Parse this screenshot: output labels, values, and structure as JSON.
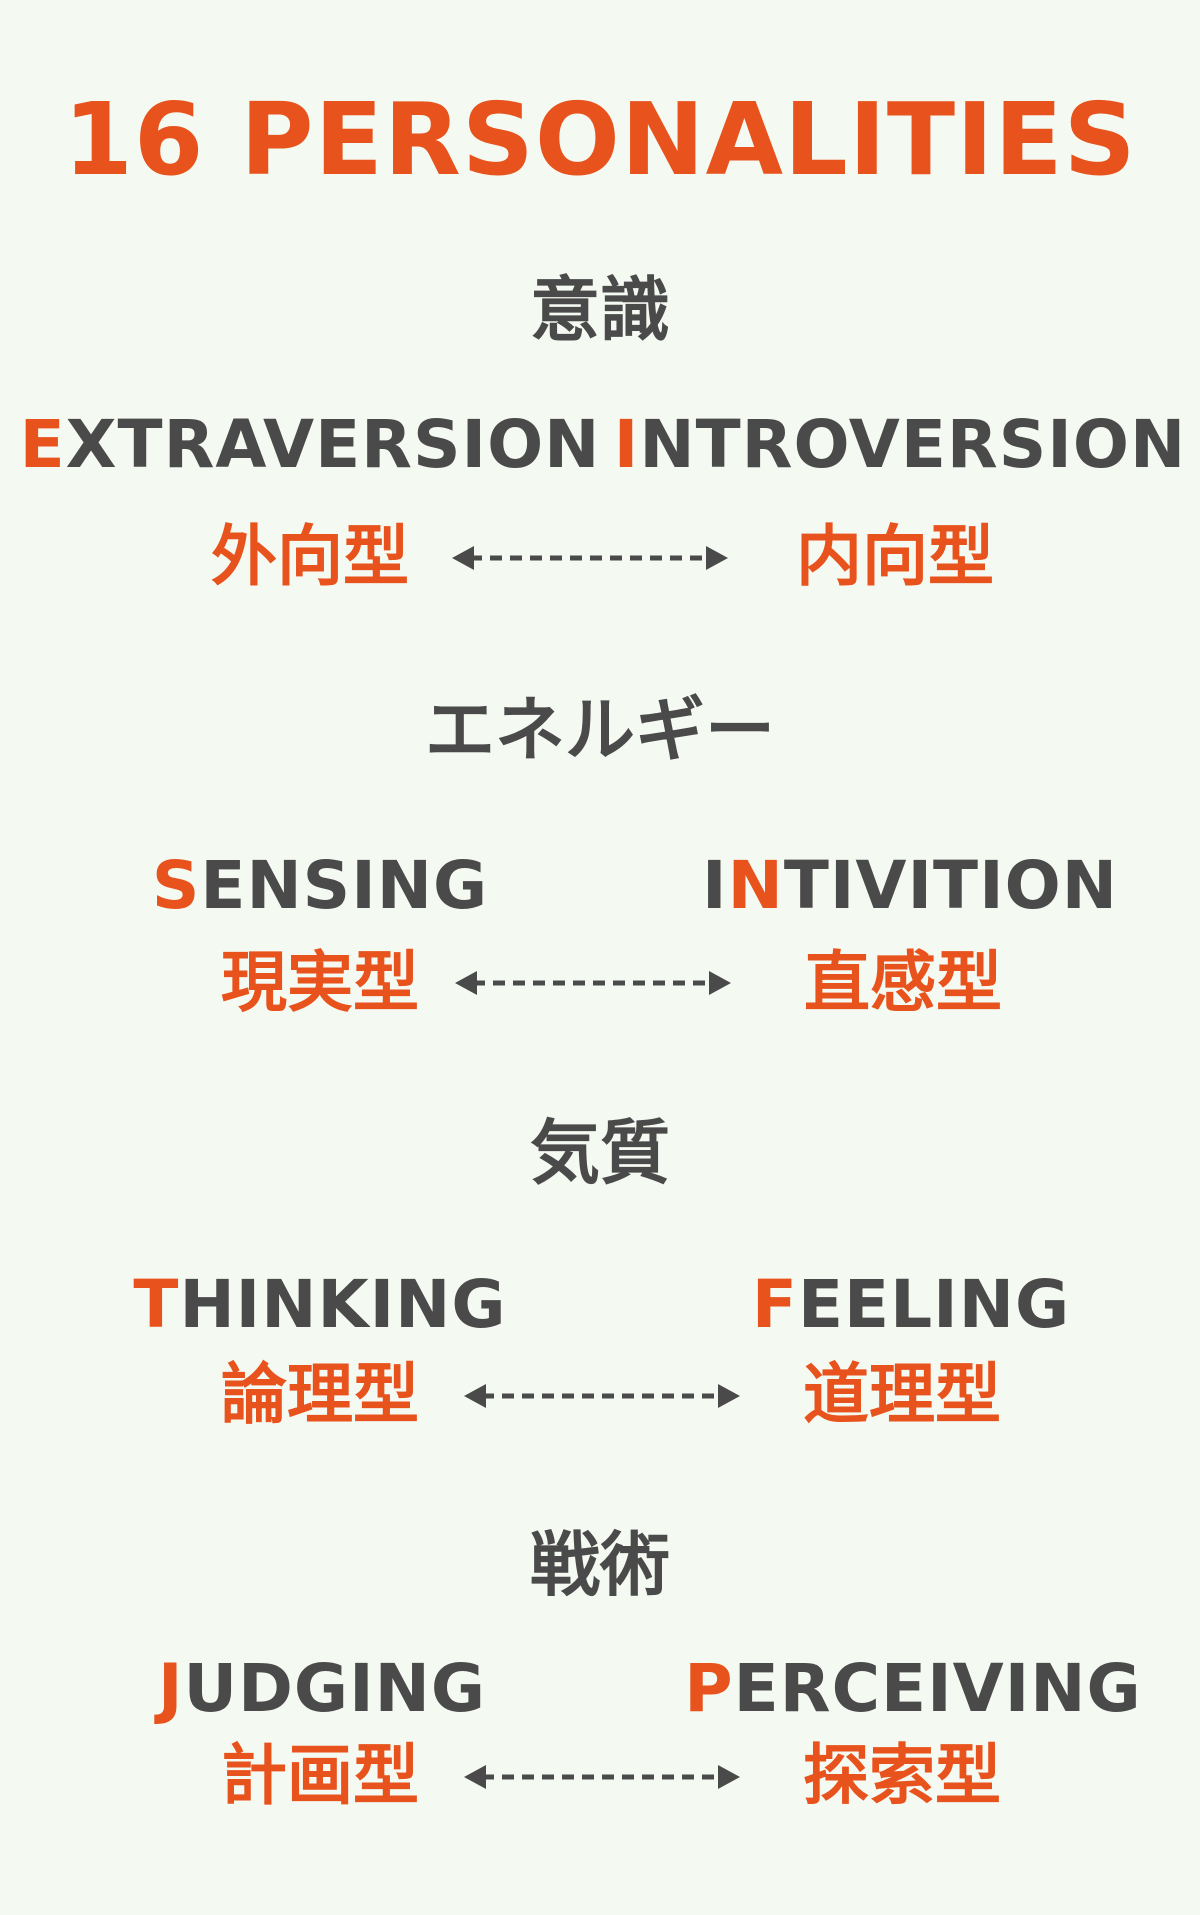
{
  "title": "16 PERSONALITIES",
  "colors": {
    "accent": "#e8521c",
    "text": "#4a4a4a",
    "background": "#f4f9f1"
  },
  "sections": [
    {
      "heading": "意識",
      "left": {
        "initial": "E",
        "rest": "XTRAVERSION",
        "jp": "外向型"
      },
      "right": {
        "initial": "I",
        "rest": "NTROVERSION",
        "jp": "内向型"
      }
    },
    {
      "heading": "エネルギー",
      "left": {
        "initial": "S",
        "rest": "ENSING",
        "jp": "現実型"
      },
      "right": {
        "prefix": "I",
        "initial": "N",
        "rest": "TIVITION",
        "jp": "直感型"
      }
    },
    {
      "heading": "気質",
      "left": {
        "initial": "T",
        "rest": "HINKING",
        "jp": "論理型"
      },
      "right": {
        "initial": "F",
        "rest": "EELING",
        "jp": "道理型"
      }
    },
    {
      "heading": "戦術",
      "left": {
        "initial": "J",
        "rest": "UDGING",
        "jp": "計画型"
      },
      "right": {
        "initial": "P",
        "rest": "ERCEIVING",
        "jp": "探索型"
      }
    }
  ]
}
